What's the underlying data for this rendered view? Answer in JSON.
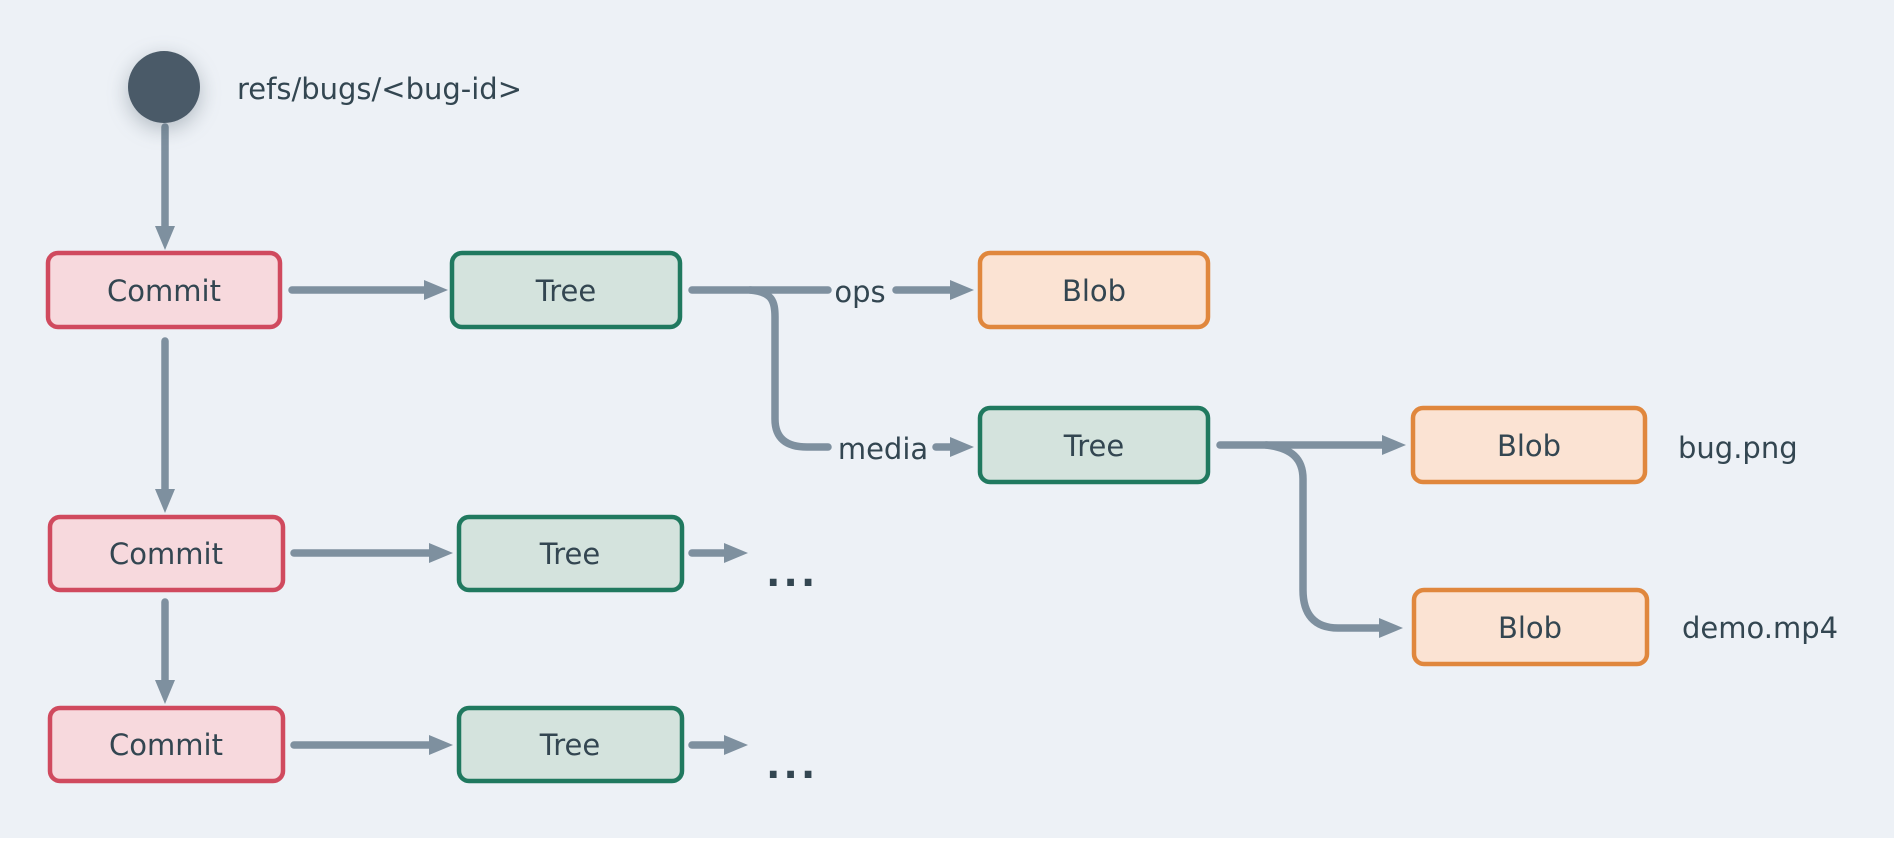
{
  "palette": {
    "background": "#edf1f6",
    "node-text": "#334651",
    "arrow": "#7e909f",
    "ref-circle": "#4a5a68",
    "commit-fill": "#f7d9dd",
    "commit-border": "#d04a5e",
    "tree-fill": "#d4e3dd",
    "tree-border": "#20795f",
    "blob-fill": "#fbe3d3",
    "blob-border": "#e0873d"
  },
  "diagram": {
    "ref": {
      "label": "refs/bugs/<bug-id>"
    },
    "nodes": {
      "commit1": {
        "label": "Commit"
      },
      "commit2": {
        "label": "Commit"
      },
      "commit3": {
        "label": "Commit"
      },
      "treeRoot": {
        "label": "Tree"
      },
      "treeMedia": {
        "label": "Tree"
      },
      "treeRow2": {
        "label": "Tree"
      },
      "treeRow3": {
        "label": "Tree"
      },
      "blobOps": {
        "label": "Blob"
      },
      "blobBug": {
        "label": "Blob"
      },
      "blobDemo": {
        "label": "Blob"
      }
    },
    "edge_labels": {
      "ops": "ops",
      "media": "media"
    },
    "file_labels": {
      "bug": "bug.png",
      "demo": "demo.mp4"
    },
    "ellipsis": {
      "row2": "...",
      "row3": "..."
    }
  }
}
